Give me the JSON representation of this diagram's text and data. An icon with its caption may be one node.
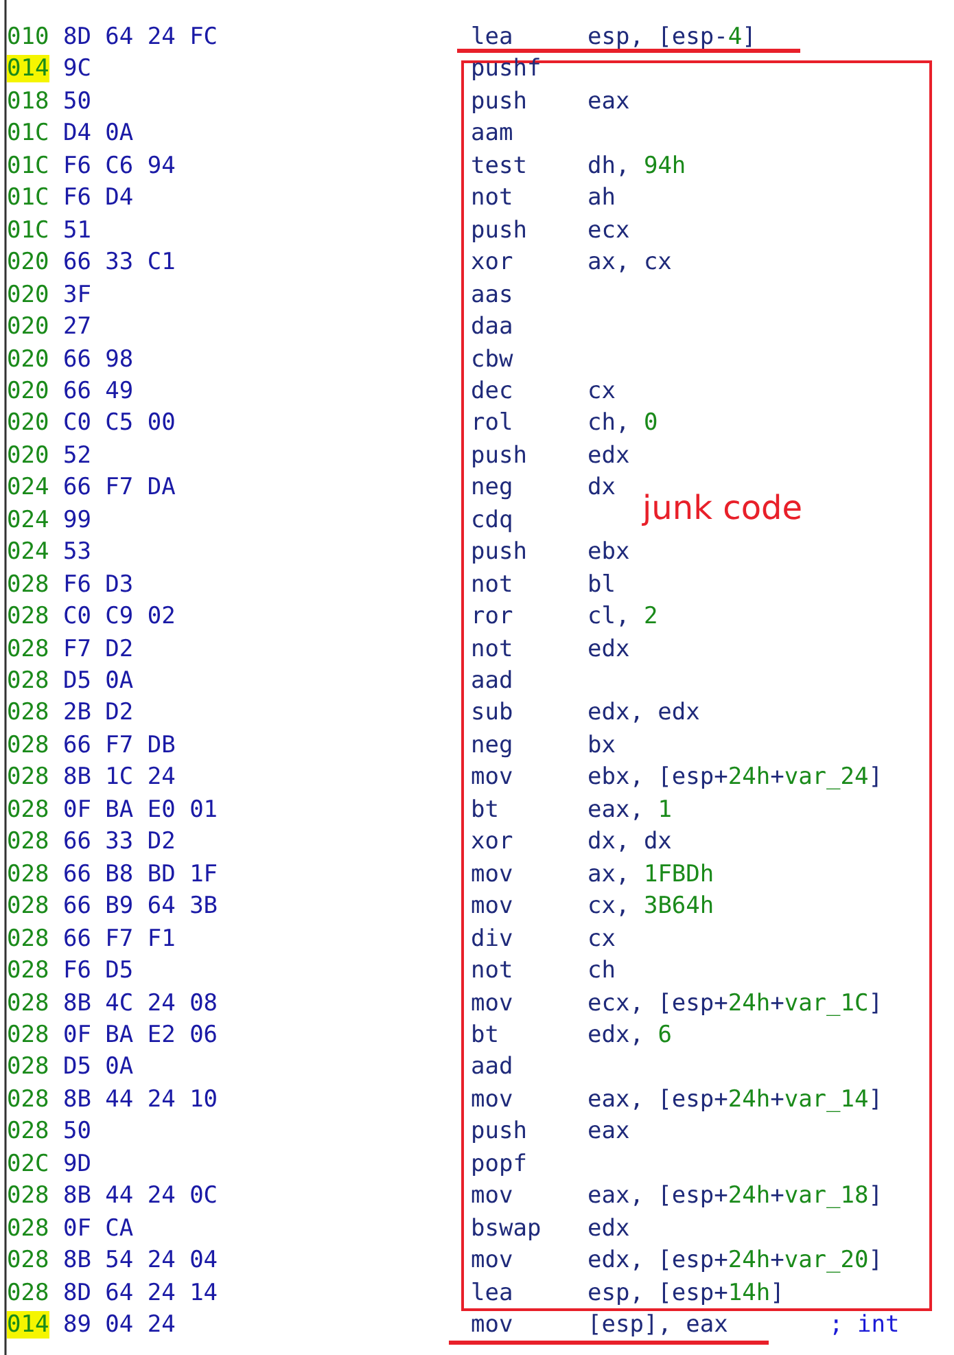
{
  "diagram": {
    "nodes": [
      {
        "text": [
          "junk code"
        ]
      }
    ],
    "labels": [
      "010 8D 64 24 FC",
      "lea esp, [esp-4]",
      "014 9C",
      "pushf",
      "018 50",
      "push eax",
      "01C D4 0A",
      "aam",
      "01C F6 C6 94",
      "test dh, 94h",
      "01C F6 D4",
      "not ah",
      "01C 51",
      "push ecx",
      "020 66 33 C1",
      "xor ax, cx",
      "020 3F",
      "aas",
      "020 27",
      "daa",
      "020 66 98",
      "cbw",
      "020 66 49",
      "dec cx",
      "020 C0 C5 00",
      "rol ch, 0",
      "020 52",
      "push edx",
      "024 66 F7 DA",
      "neg dx",
      "024 99",
      "cdq",
      "024 53",
      "push ebx",
      "028 F6 D3",
      "not bl",
      "028 C0 C9 02",
      "ror cl, 2",
      "028 F7 D2",
      "not edx",
      "028 D5 0A",
      "aad",
      "028 2B D2",
      "sub edx, edx",
      "028 66 F7 DB",
      "neg bx",
      "028 8B 1C 24",
      "mov ebx, [esp+24h+var_24]",
      "028 0F BA E0 01",
      "bt eax, 1",
      "028 66 33 D2",
      "xor dx, dx",
      "028 66 B8 BD 1F",
      "mov ax, 1FBDh",
      "028 66 B9 64 3B",
      "mov cx, 3B64h",
      "028 66 F7 F1",
      "div cx",
      "028 F6 D5",
      "not ch",
      "028 8B 4C 24 08",
      "mov ecx, [esp+24h+var_1C]",
      "028 0F BA E2 06",
      "bt edx, 6",
      "028 D5 0A",
      "aad",
      "028 8B 44 24 10",
      "mov eax, [esp+24h+var_14]",
      "028 50",
      "push eax",
      "02C 9D",
      "popf",
      "028 8B 44 24 0C",
      "mov eax, [esp+24h+var_18]",
      "028 0F CA",
      "bswap edx",
      "028 8B 54 24 04",
      "mov edx, [esp+24h+var_20]",
      "028 8D 64 24 14",
      "lea esp, [esp+14h]",
      "014 89 04 24",
      "mov [esp], eax",
      "; int"
    ]
  }
}
